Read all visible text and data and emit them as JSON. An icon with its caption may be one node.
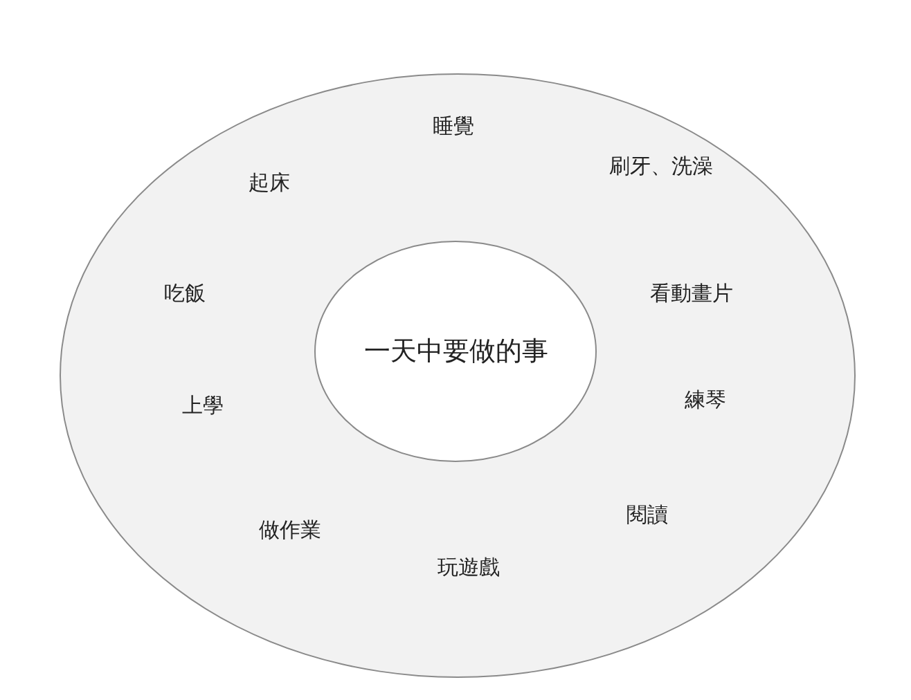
{
  "diagram": {
    "nodes": [
      {
        "text": [
          "睡覺",
          "刷牙、洗澡",
          "起床",
          "吃飯",
          "看動畫片",
          "上學",
          "練琴",
          "做作業",
          "閱讀",
          "玩遊戲"
        ]
      },
      {
        "text": [
          "一天中要做的事"
        ],
        "in": 0
      }
    ]
  }
}
